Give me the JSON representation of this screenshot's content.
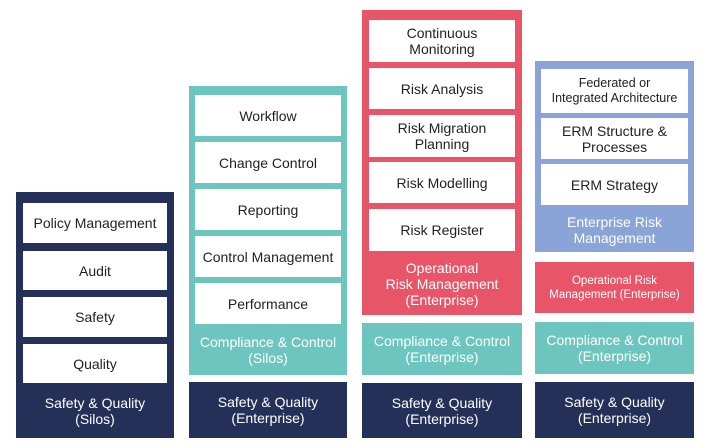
{
  "colors": {
    "navy": "#243058",
    "teal": "#6cc6bf",
    "red": "#e85468",
    "blue": "#8aa4d8"
  },
  "col1": {
    "items": [
      "Policy Management",
      "Audit",
      "Safety",
      "Quality"
    ],
    "label": "Safety & Quality\n(Silos)"
  },
  "col2": {
    "items": [
      "Workflow",
      "Change Control",
      "Reporting",
      "Control Management",
      "Performance"
    ],
    "label": "Compliance & Control\n(Silos)",
    "base": "Safety & Quality\n(Enterprise)"
  },
  "col3": {
    "items": [
      "Continuous\nMonitoring",
      "Risk Analysis",
      "Risk Migration\nPlanning",
      "Risk Modelling",
      "Risk Register"
    ],
    "label": "Operational\nRisk Management\n(Enterprise)",
    "compliance": "Compliance & Control\n(Enterprise)",
    "base": "Safety & Quality\n(Enterprise)"
  },
  "col4": {
    "items": [
      "Federated or\nIntegrated Architecture",
      "ERM Structure &\nProcesses",
      "ERM Strategy"
    ],
    "label": "Enterprise Risk\nManagement",
    "operational": "Operational Risk\nManagement (Enterprise)",
    "compliance": "Compliance & Control\n(Enterprise)",
    "base": "Safety & Quality\n(Enterprise)"
  }
}
